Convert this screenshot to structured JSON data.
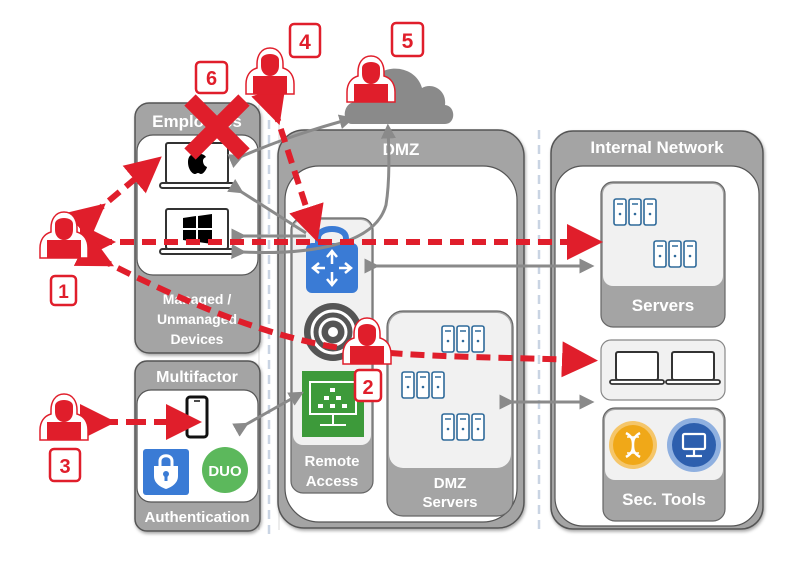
{
  "colors": {
    "attack_red": "#e01e2b",
    "frame_gray": "#a4a4a4",
    "dark_gray": "#555555",
    "arrow_gray": "#8a8a8a",
    "panel_light": "#f1f1f1",
    "divider_blue": "#c9d4e3",
    "server_blue": "#2f6a9a",
    "router_blue": "#3a7bd5",
    "remote_green": "#3d9a3a",
    "duo_green": "#5cb85c",
    "tool_orange": "#f0a818",
    "tool_blue": "#2d5fae"
  },
  "zones": {
    "employees": {
      "title": "Employees",
      "footer_line1": "Managed /",
      "footer_line2": "Unmanaged",
      "footer_line3": "Devices"
    },
    "mfa": {
      "title": "Multifactor",
      "footer": "Authentication"
    },
    "dmz": {
      "title": "DMZ"
    },
    "remote_access": {
      "line1": "Remote",
      "line2": "Access"
    },
    "dmz_servers": {
      "line1": "DMZ",
      "line2": "Servers"
    },
    "internal": {
      "title": "Internal Network"
    },
    "servers": {
      "title": "Servers"
    },
    "sec_tools": {
      "title": "Sec. Tools"
    }
  },
  "attackers": [
    {
      "id": "1",
      "label": "1"
    },
    {
      "id": "2",
      "label": "2"
    },
    {
      "id": "3",
      "label": "3"
    },
    {
      "id": "4",
      "label": "4"
    },
    {
      "id": "5",
      "label": "5"
    },
    {
      "id": "6",
      "label": "6"
    }
  ],
  "icons": {
    "mac_laptop": "apple-laptop-icon",
    "windows_laptop": "windows-laptop-icon",
    "phone": "smartphone-icon",
    "authenticator": "shield-lock-icon",
    "duo": "duo-icon",
    "cloud": "cloud-icon",
    "vpn_router": "vpn-router-lock-icon",
    "wireless": "wireless-access-point-icon",
    "remote_desktop": "remote-desktop-icon",
    "server_racks": "server-rack-icon",
    "endpoints": "laptop-icon",
    "edr": "dna-icon",
    "monitor": "monitor-icon",
    "blocked": "x-cross-icon"
  },
  "duo_text": "DUO"
}
